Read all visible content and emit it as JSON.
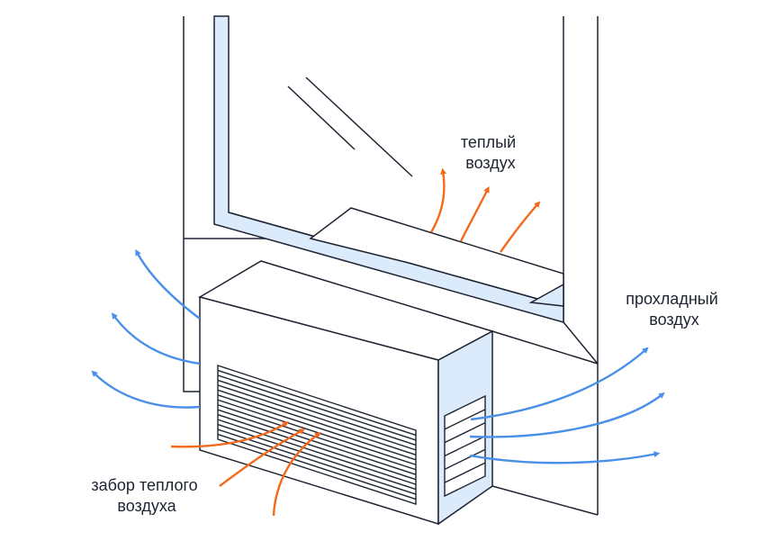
{
  "labels": {
    "warm_air": [
      "теплый",
      "воздух"
    ],
    "cool_air": [
      "прохладный",
      "воздух"
    ],
    "warm_intake": [
      "забор теплого",
      "воздуха"
    ]
  },
  "colors": {
    "stroke": "#1f2433",
    "glass": "#dcebfb",
    "fill": "#ffffff",
    "warm_arrow": "#f26a1b",
    "cool_arrow": "#4a90e8"
  }
}
